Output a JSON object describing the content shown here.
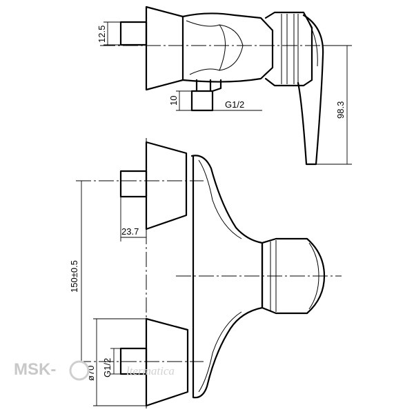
{
  "dimensions": {
    "top_inlet_diameter": "12.5",
    "outlet_height": "10",
    "outlet_thread": "G1/2",
    "lever_height": "98.3",
    "inlet_projection": "23.7",
    "center_distance": "150±0.5",
    "flange_diameter": "ø70",
    "inlet_thread": "G1/2"
  },
  "watermark": {
    "brand": "MSK-",
    "site": "ltermatica"
  }
}
